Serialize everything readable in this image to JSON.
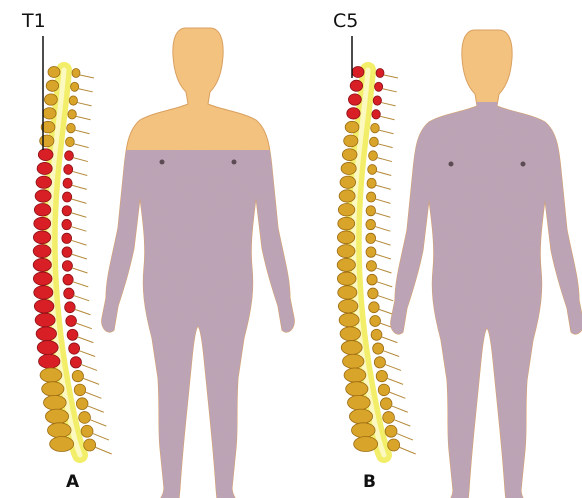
{
  "panels": [
    {
      "panel_label": "A",
      "level_label": "T1"
    },
    {
      "panel_label": "B",
      "level_label": "C5"
    }
  ],
  "colors": {
    "vertebra": "#d9a42a",
    "vertebra_edge": "#9a6a12",
    "affected_vertebra": "#d81f26",
    "spinal_cord": "#f3ee6a",
    "nerve": "#b48a3a",
    "normal_skin": "#f3c27f",
    "paralyzed_skin": "#bfa7b8",
    "pointer_line": "#111111"
  }
}
